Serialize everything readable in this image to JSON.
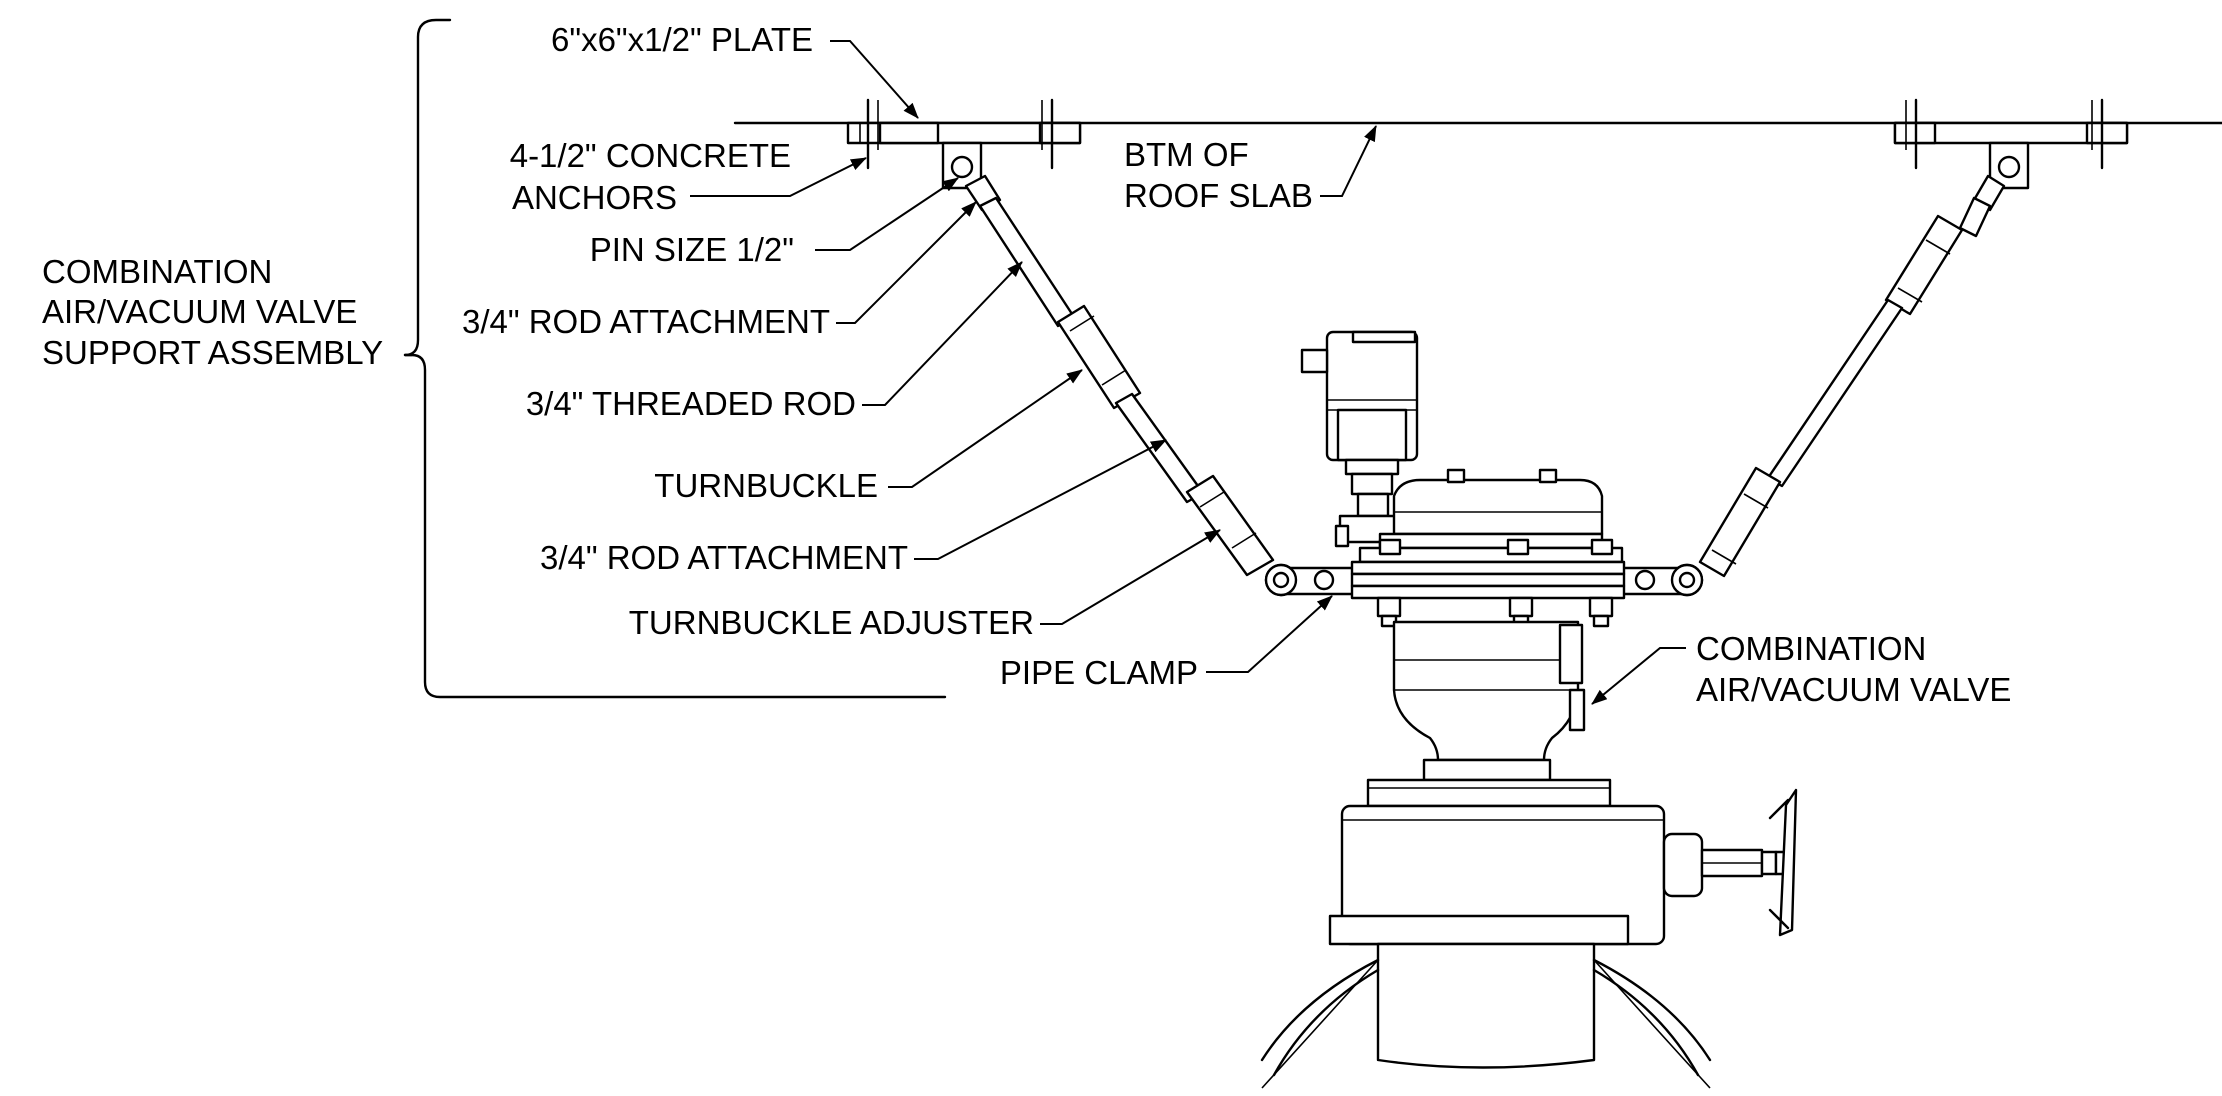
{
  "callouts": {
    "plate": "6\"x6\"x1/2\" PLATE",
    "anchors_line1": "4-1/2\" CONCRETE",
    "anchors_line2": "ANCHORS",
    "pin_size": "PIN SIZE 1/2\"",
    "rod_attachment_upper": "3/4\" ROD ATTACHMENT",
    "threaded_rod": "3/4\" THREADED ROD",
    "turnbuckle": "TURNBUCKLE",
    "rod_attachment_lower": "3/4\" ROD ATTACHMENT",
    "turnbuckle_adjuster": "TURNBUCKLE ADJUSTER",
    "pipe_clamp": "PIPE CLAMP",
    "roof_line1": "BTM OF",
    "roof_line2": "ROOF SLAB",
    "valve_line1": "COMBINATION",
    "valve_line2": "AIR/VACUUM VALVE"
  },
  "assembly": {
    "line1": "COMBINATION",
    "line2": "AIR/VACUUM VALVE",
    "line3": "SUPPORT ASSEMBLY"
  },
  "colors": {
    "ink": "#000000",
    "paper": "#ffffff"
  }
}
